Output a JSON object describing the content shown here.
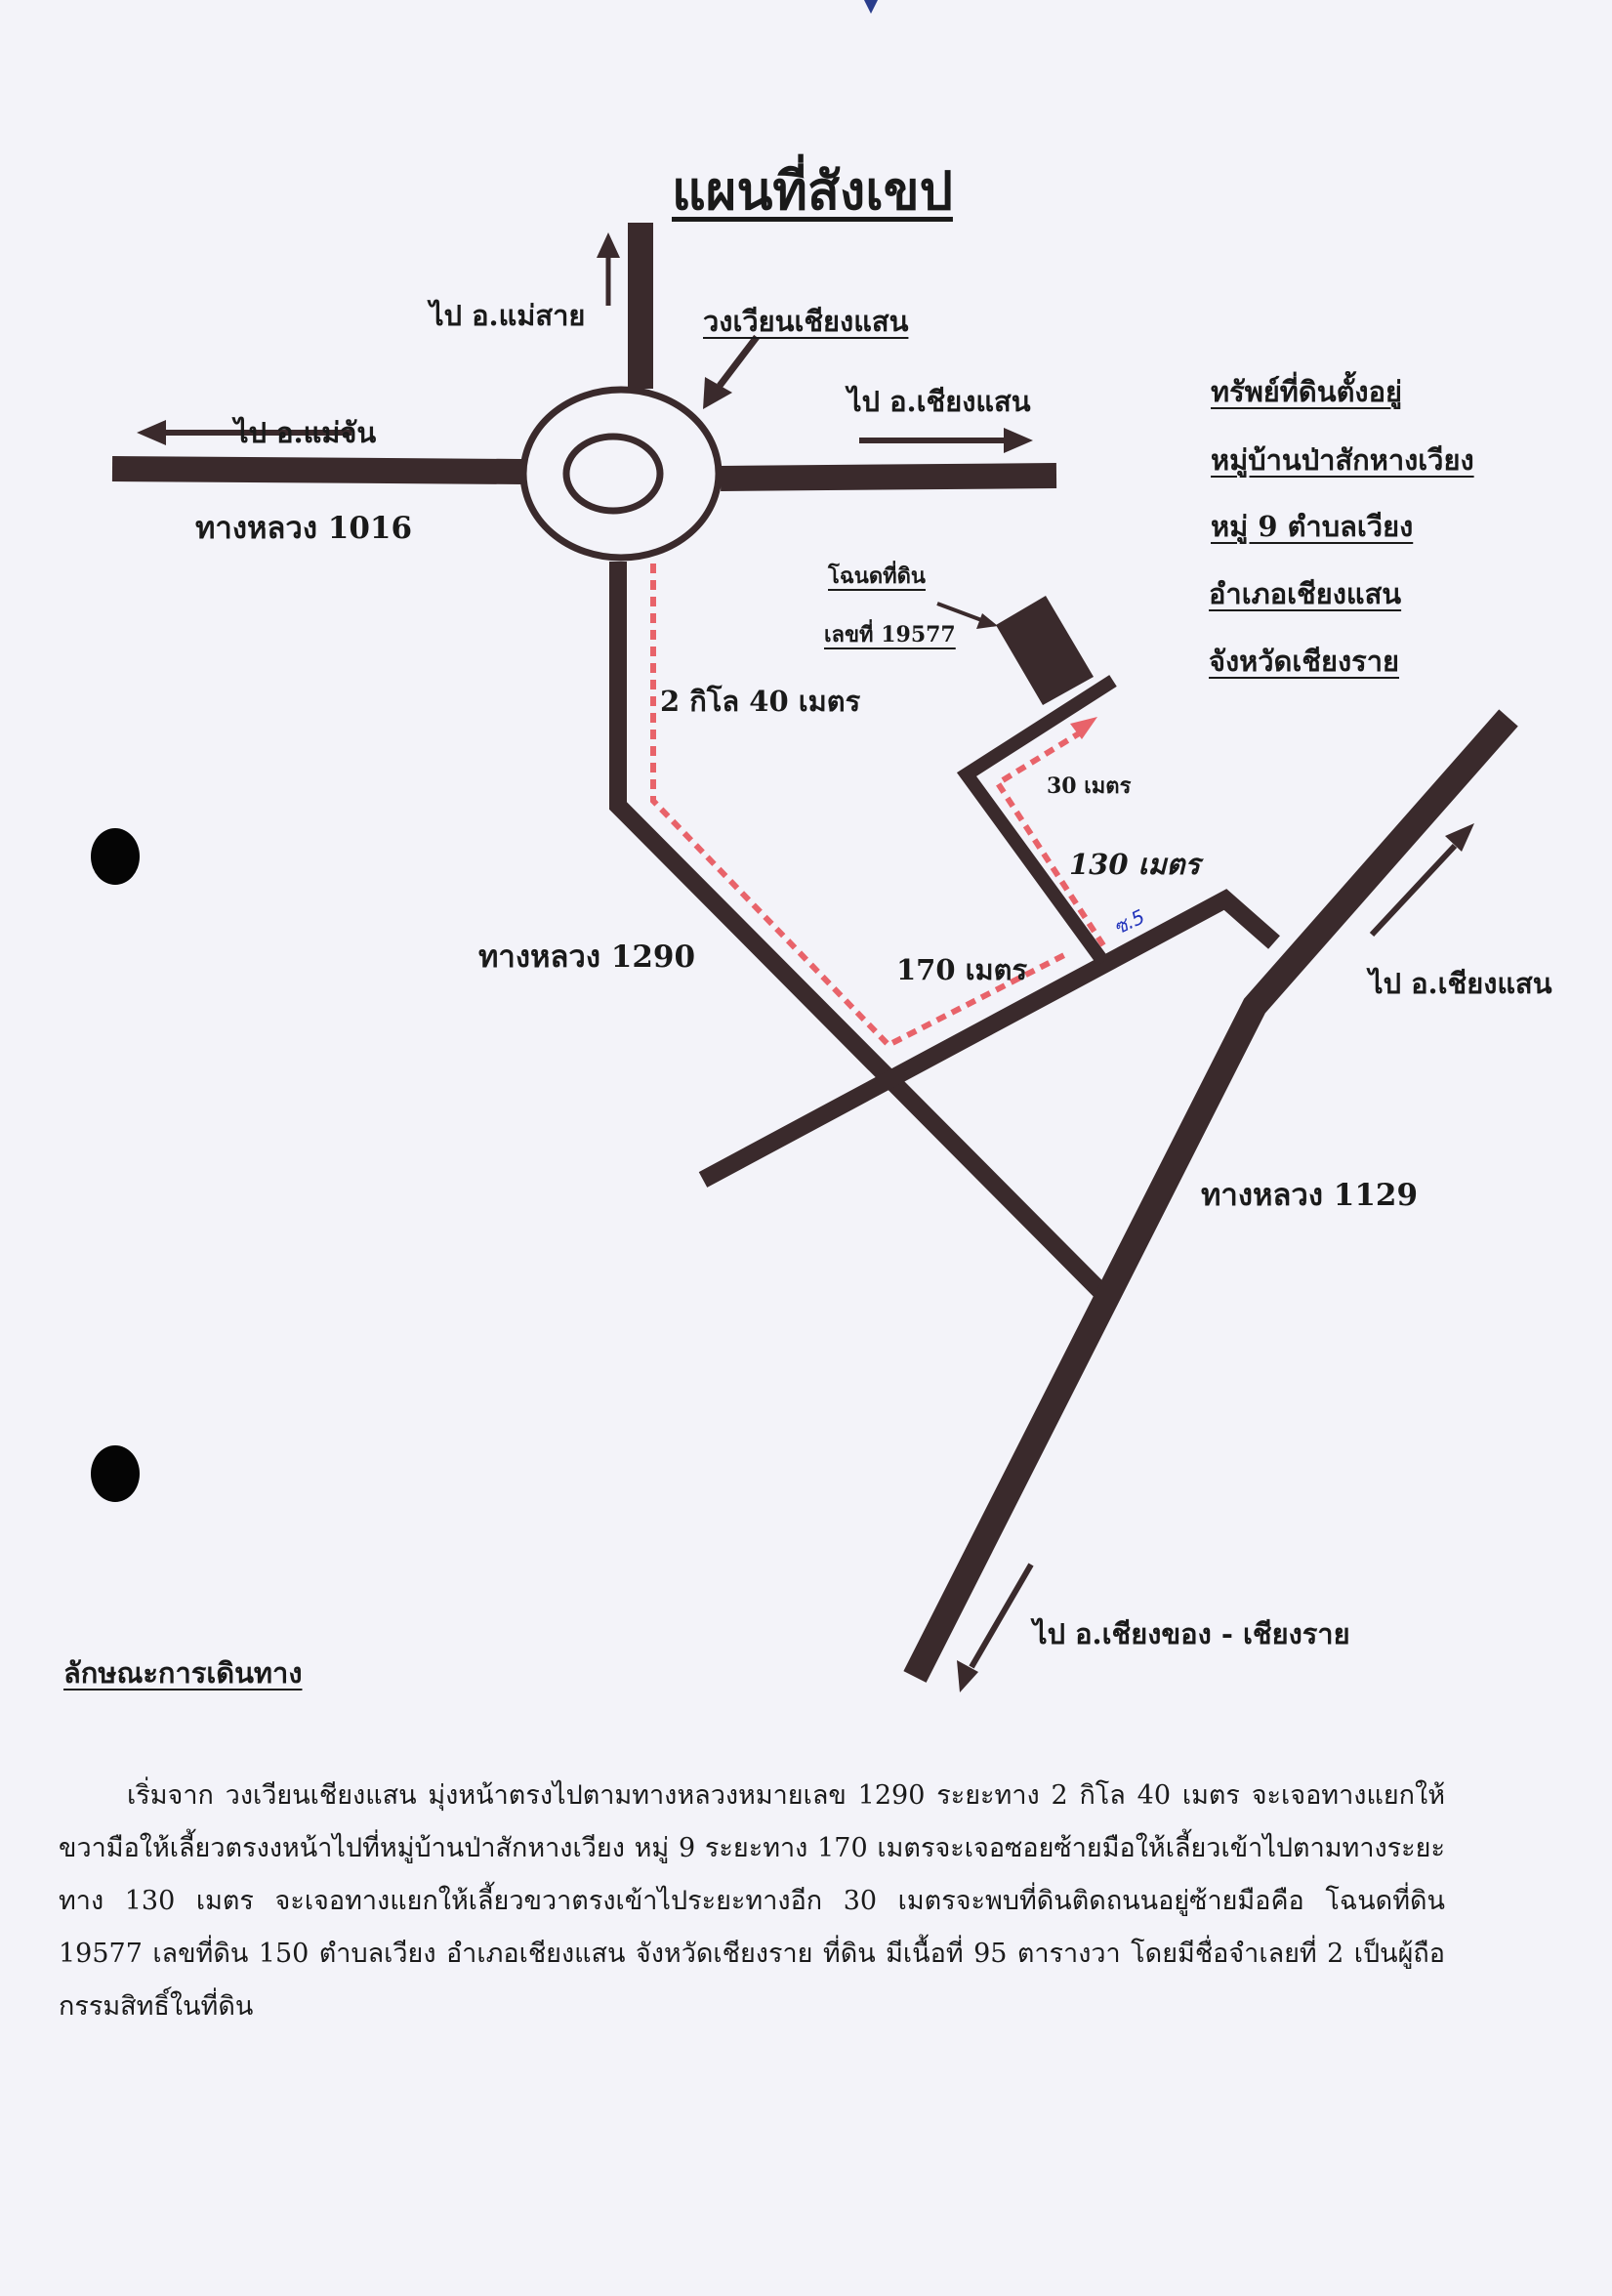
{
  "title": "แผนที่สังเขป",
  "labels": {
    "to_maesai": "ไป อ.แม่สาย",
    "roundabout": "วงเวียนเชียงแสน",
    "to_chiangsaen_top": "ไป อ.เชียงแสน",
    "to_maechan": "ไป อ.แม่จัน",
    "hwy_1016": "ทางหลวง 1016",
    "deed_line1": "โฉนดที่ดิน",
    "deed_line2": "เลขที่ 19577",
    "dist_2km": "2 กิโล 40 เมตร",
    "dist_30": "30 เมตร",
    "dist_130": "130 เมตร",
    "handwritten": "ซ.5",
    "hwy_1290": "ทางหลวง 1290",
    "dist_170": "170 เมตร",
    "to_chiangsaen_right": "ไป อ.เชียงแสน",
    "hwy_1129": "ทางหลวง 1129",
    "to_chiangkhong": "ไป อ.เชียงของ - เชียงราย"
  },
  "location": {
    "heading": "ทรัพย์ที่ดินตั้งอยู่",
    "village": "หมู่บ้านป่าสักหางเวียง",
    "moo": "หมู่ 9 ตำบลเวียง",
    "district": "อำเภอเชียงแสน",
    "province": "จังหวัดเชียงราย"
  },
  "directions": {
    "heading": "ลักษณะการเดินทาง",
    "text": "เริ่มจาก วงเวียนเชียงแสน มุ่งหน้าตรงไปตามทางหลวงหมายเลข 1290 ระยะทาง 2 กิโล 40 เมตร จะเจอทางแยกให้ขวามือให้เลี้ยวตรงงหน้าไปที่หมู่บ้านป่าสักหางเวียง หมู่ 9 ระยะทาง 170 เมตรจะเจอซอยซ้ายมือให้เลี้ยวเข้าไปตามทางระยะทาง 130 เมตร จะเจอทางแยกให้เลี้ยวขวาตรงเข้าไประยะทางอีก 30 เมตรจะพบที่ดินติดถนนอยู่ซ้ายมือคือ โฉนดที่ดิน 19577 เลขที่ดิน 150 ตำบลเวียง อำเภอเชียงแสน จังหวัดเชียงราย ที่ดิน มีเนื้อที่ 95 ตารางวา โดยมีชื่อจำเลยที่ 2 เป็นผู้ถือกรรมสิทธิ์ในที่ดิน"
  },
  "colors": {
    "road": "#3a2a2c",
    "route": "#e8636a",
    "paper": "#f3f3f9",
    "handwriting": "#2233bb"
  }
}
